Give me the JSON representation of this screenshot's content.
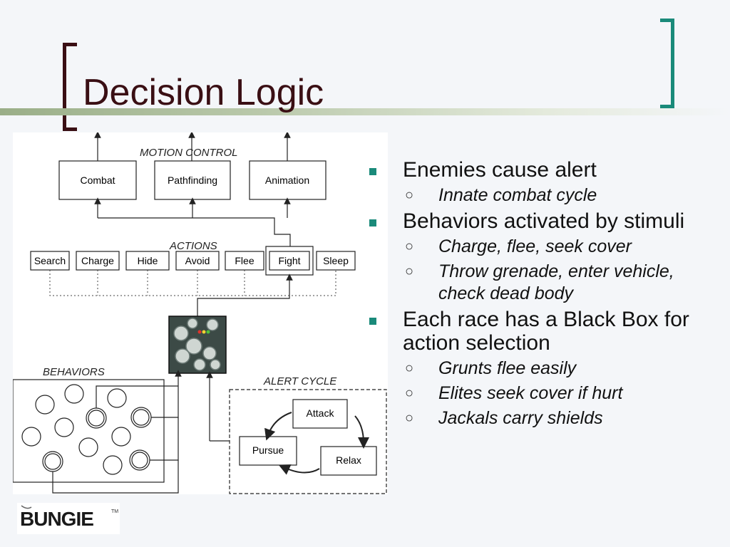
{
  "slide": {
    "title": "Decision Logic"
  },
  "diagram": {
    "motion_control_label": "MOTION CONTROL",
    "motion_boxes": [
      "Combat",
      "Pathfinding",
      "Animation"
    ],
    "actions_label": "ACTIONS",
    "action_boxes": [
      "Search",
      "Charge",
      "Hide",
      "Avoid",
      "Flee",
      "Fight",
      "Sleep"
    ],
    "behaviors_label": "BEHAVIORS",
    "alert_cycle_label": "ALERT CYCLE",
    "alert_states": [
      "Attack",
      "Pursue",
      "Relax"
    ]
  },
  "bullets": [
    {
      "text": "Enemies cause alert",
      "subs": [
        "Innate combat cycle"
      ]
    },
    {
      "text": "Behaviors activated by stimuli",
      "subs": [
        "Charge, flee, seek cover",
        "Throw grenade, enter vehicle, check dead body"
      ]
    },
    {
      "text": "Each race has a Black Box for action selection",
      "subs": [
        "Grunts flee easily",
        "Elites seek cover if hurt",
        "Jackals carry shields"
      ]
    }
  ],
  "logo": {
    "text": "BUNGIE"
  },
  "colors": {
    "title": "#3a0f14",
    "accent": "#1a8a7a",
    "stripe": "#9aae88"
  }
}
